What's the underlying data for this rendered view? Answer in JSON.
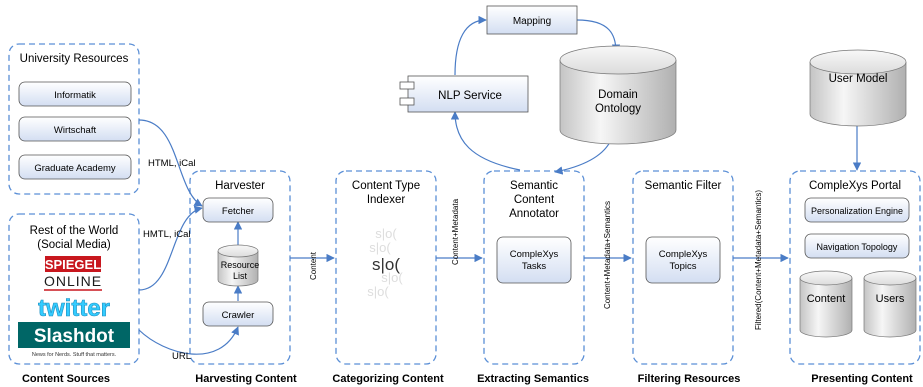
{
  "sources": {
    "university": {
      "title": "University Resources",
      "items": [
        "Informatik",
        "Wirtschaft",
        "Graduate Academy"
      ]
    },
    "world": {
      "title_line1": "Rest of the World",
      "title_line2": "(Social Media)",
      "logos": {
        "spiegel_top": "SPIEGEL",
        "spiegel_bottom": "ONLINE",
        "twitter": "twitter",
        "slashdot": "Slashdot",
        "slashdot_tagline": "News for Nerds. Stuff that matters."
      }
    }
  },
  "harvester": {
    "title": "Harvester",
    "fetcher": "Fetcher",
    "resource_list_line1": "Resource",
    "resource_list_line2": "List",
    "crawler": "Crawler"
  },
  "indexer": {
    "title_line1": "Content Type",
    "title_line2": "Indexer",
    "logo": "s|o("
  },
  "annotator": {
    "title_line1": "Semantic",
    "title_line2": "Content",
    "title_line3": "Annotator",
    "tasks_line1": "CompleXys",
    "tasks_line2": "Tasks"
  },
  "filter": {
    "title": "Semantic Filter",
    "topics_line1": "CompleXys",
    "topics_line2": "Topics"
  },
  "portal": {
    "title": "CompleXys Portal",
    "personalization": "Personalization Engine",
    "navigation": "Navigation Topology",
    "content": "Content",
    "users": "Users"
  },
  "services": {
    "mapping": "Mapping",
    "nlp": "NLP Service",
    "ontology_line1": "Domain",
    "ontology_line2": "Ontology",
    "user_model": "User Model"
  },
  "edge_labels": {
    "html_ical": "HTML, iCal",
    "hmtl_ical": "HMTL, iCal",
    "url": "URL",
    "content": "Content",
    "content_metadata": "Content+Metadata",
    "content_metadata_semantics": "Content+Metadata+Semantics",
    "filtered": "Filtered(Content+Metadata+Semantics)"
  },
  "stages": [
    "Content Sources",
    "Harvesting Content",
    "Categorizing Content",
    "Extracting Semantics",
    "Filtering Resources",
    "Presenting Content"
  ],
  "colors": {
    "dash": "#5b8fd6",
    "arrow": "#4a7cc6",
    "box_fill_top": "#ffffff",
    "box_fill_bottom": "#d6e2f5",
    "cyl_light": "#f0f0f0",
    "cyl_dark": "#b8b8b8"
  }
}
